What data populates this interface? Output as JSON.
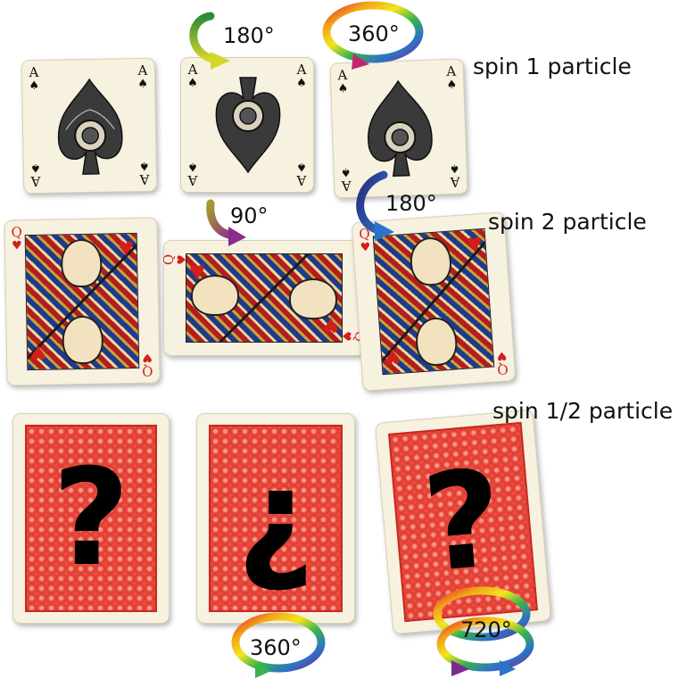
{
  "rows": [
    {
      "label": "spin 1 particle"
    },
    {
      "label": "spin 2 particle"
    },
    {
      "label": "spin 1/2 particle"
    }
  ],
  "cards": {
    "ace": {
      "rank": "A",
      "suit_symbol": "♠"
    },
    "queen": {
      "rank": "Q",
      "suit_symbol": "♥"
    },
    "back": {
      "mark_normal": "?",
      "mark_inverted": "¿"
    }
  },
  "rotations": {
    "spin1_card2": "180°",
    "spin1_card3": "360°",
    "spin2_card2": "90°",
    "spin2_card3": "180°",
    "spinhalf_card2": "360°",
    "spinhalf_card3": "720°"
  },
  "colors": {
    "card_face": "#f7f1df",
    "card_back_red": "#ec4b3e",
    "heart_red": "#d41e1e"
  }
}
